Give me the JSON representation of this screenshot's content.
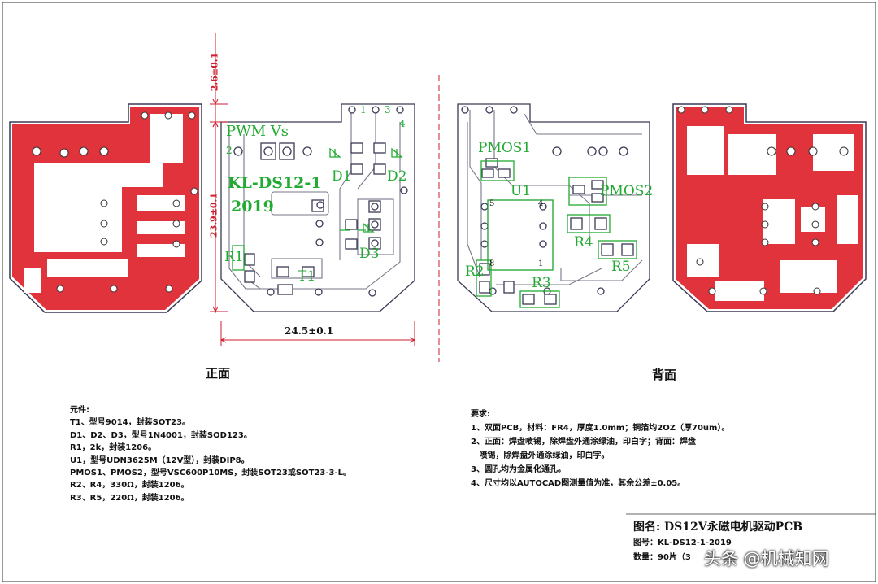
{
  "front": {
    "view_label": "正面",
    "silk": {
      "pwm_vs": "PWM  Vs",
      "part_no": "KL-DS12-1",
      "year": "2019",
      "d1": "D1",
      "d2": "D2",
      "d3": "D3",
      "r1": "R1",
      "t1": "T1",
      "pin1": "1",
      "pin2": "2",
      "pin3": "3",
      "pin4": "4"
    },
    "dim_height_top": "2.6±0.1",
    "dim_height_main": "23.9±0.1",
    "dim_width": "24.5±0.1"
  },
  "back": {
    "view_label": "背面",
    "silk": {
      "pmos1": "PMOS1",
      "pmos2": "PMOS2",
      "u1": "U1",
      "r2": "R2",
      "r3": "R3",
      "r4": "R4",
      "r5": "R5",
      "p5": "5",
      "p4": "4",
      "p8": "8",
      "p1": "1"
    }
  },
  "components": {
    "title": "元件:",
    "lines": [
      "T1、型号9014，封装SOT23。",
      "D1、D2、D3，型号1N4001，封装SOD123。",
      "R1，2k，封装1206。",
      "U1，型号UDN3625M（12V型），封装DIP8。",
      "PMOS1、PMOS2，型号VSC600P10MS，封装SOT23或SOT23-3-L。",
      "R2、R4，330Ω，封装1206。",
      "R3、R5，220Ω，封装1206。"
    ]
  },
  "requirements": {
    "title": "要求:",
    "lines": [
      "1、双面PCB，材料：FR4，厚度1.0mm；铜箔均2OZ（厚70um）。",
      "2、正面：焊盘喷锡，除焊盘外通涂绿油，印白字；背面：焊盘",
      "   喷锡，除焊盘外通涂绿油，印白字。",
      "3、圆孔均为金属化通孔。",
      "4、尺寸均以AUTOCAD图测量值为准，其余公差±0.05。"
    ]
  },
  "title_block": {
    "drawing_name": "图名:  DS12V永磁电机驱动PCB",
    "drawing_no": "图号：KL-DS12-1-2019",
    "quantity": "数量：90片（3"
  },
  "watermark": "头条 @机械知网",
  "colors": {
    "copper": "#e0333c",
    "outline": "#3a3a55",
    "silk": "#22aa33",
    "dim": "#cc1f2f",
    "trace": "#777788"
  }
}
